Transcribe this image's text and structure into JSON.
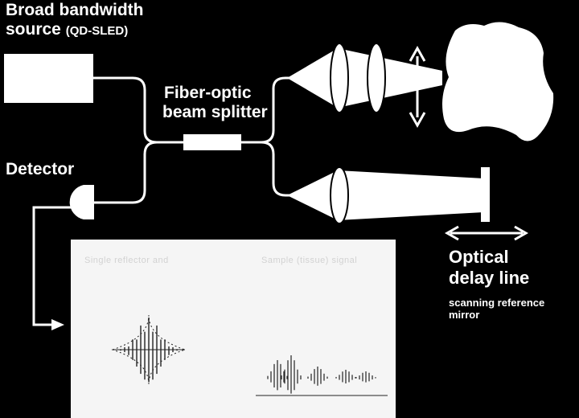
{
  "labels": {
    "source_line1": "Broad bandwidth",
    "source_line2": "source",
    "source_paren": "(QD-SLED)",
    "splitter_line1": "Fiber-optic",
    "splitter_line2": "beam splitter",
    "detector": "Detector",
    "delay_line1": "Optical",
    "delay_line2": "delay line",
    "delay_sub1": "scanning reference",
    "delay_sub2": "mirror"
  },
  "inset": {
    "left_title": "Single reflector and",
    "right_title": "Sample (tissue) signal"
  },
  "colors": {
    "background": "#000000",
    "foreground": "#ffffff",
    "inset_panel": "#f5f5f5",
    "inset_trace": "#222222"
  }
}
